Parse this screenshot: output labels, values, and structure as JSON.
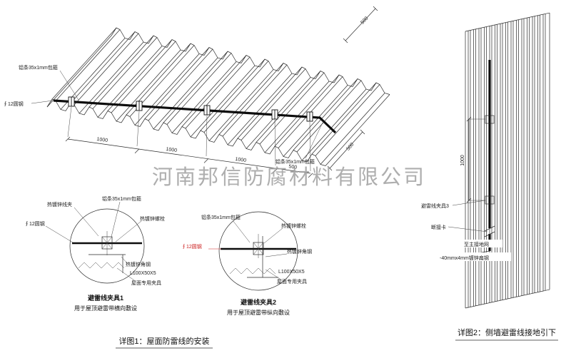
{
  "watermark": "河南邦信防腐材料有限公司",
  "roof": {
    "label_strip_top": "铝条35x1mm包箍",
    "label_strip_right": "铝条35x1mm包箍",
    "label_round_steel": "∮12圆钢",
    "dim_1": "1000",
    "dim_2": "1000",
    "dim_3": "1000",
    "dim_4": "500",
    "dim_right": "500",
    "dim_top": "500"
  },
  "detail1": {
    "label_wire_clip": "热镀锌线夹",
    "label_strip": "铝条35x1mm包箍",
    "label_bolt": "热镀锌螺栓",
    "label_round_steel": "∮12圆钢",
    "label_angle": "热镀锌角钢",
    "label_angle_spec": "L100X50X5",
    "label_roof_clamp": "屋面专用夹具",
    "title": "避雷线夹具1",
    "subtitle": "用于屋顶避雷带横向敷设"
  },
  "detail2": {
    "label_strip": "铝条35x1mm包箍",
    "label_bolt": "热镀锌螺栓",
    "label_angle": "热镀锌角钢",
    "label_round_steel": "∮12圆钢",
    "label_angle_spec": "L100X50X5",
    "label_roof_clamp": "屋面专用夹具",
    "title": "避雷线夹具2",
    "subtitle": "用于屋顶避雷带纵向敷设"
  },
  "caption1": "详图1：屋面防雷线的安装",
  "wall": {
    "label_clamp3": "避雷线夹具3",
    "label_disconnect": "断接卡",
    "label_to_ground": "至主接地网",
    "label_flat_steel": "-40mmx4mm镀锌扁钢",
    "dim_height": "1000"
  },
  "caption2": "详图2：侧墙避雷线接地引下",
  "colors": {
    "ink": "#2a2a2a",
    "red": "#cc2222",
    "watermark": "#a0a0a0"
  }
}
